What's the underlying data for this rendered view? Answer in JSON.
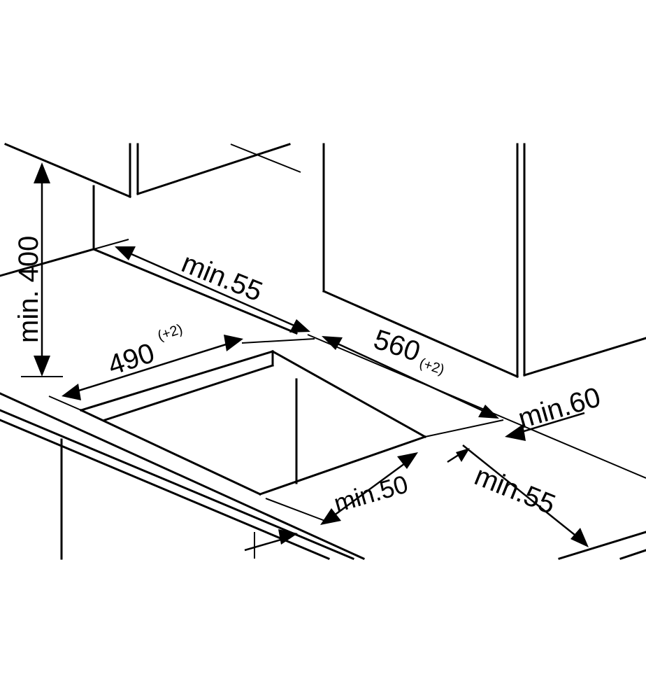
{
  "colors": {
    "line": "#000000",
    "background": "#ffffff"
  },
  "labels": {
    "min400": "min. 400",
    "min55_top": "min.55",
    "dim490": "490",
    "tol490": "(+2)",
    "dim560": "560",
    "tol560": "(+2)",
    "min60": "min.60",
    "min50": "min.50",
    "min55_right": "min.55"
  }
}
